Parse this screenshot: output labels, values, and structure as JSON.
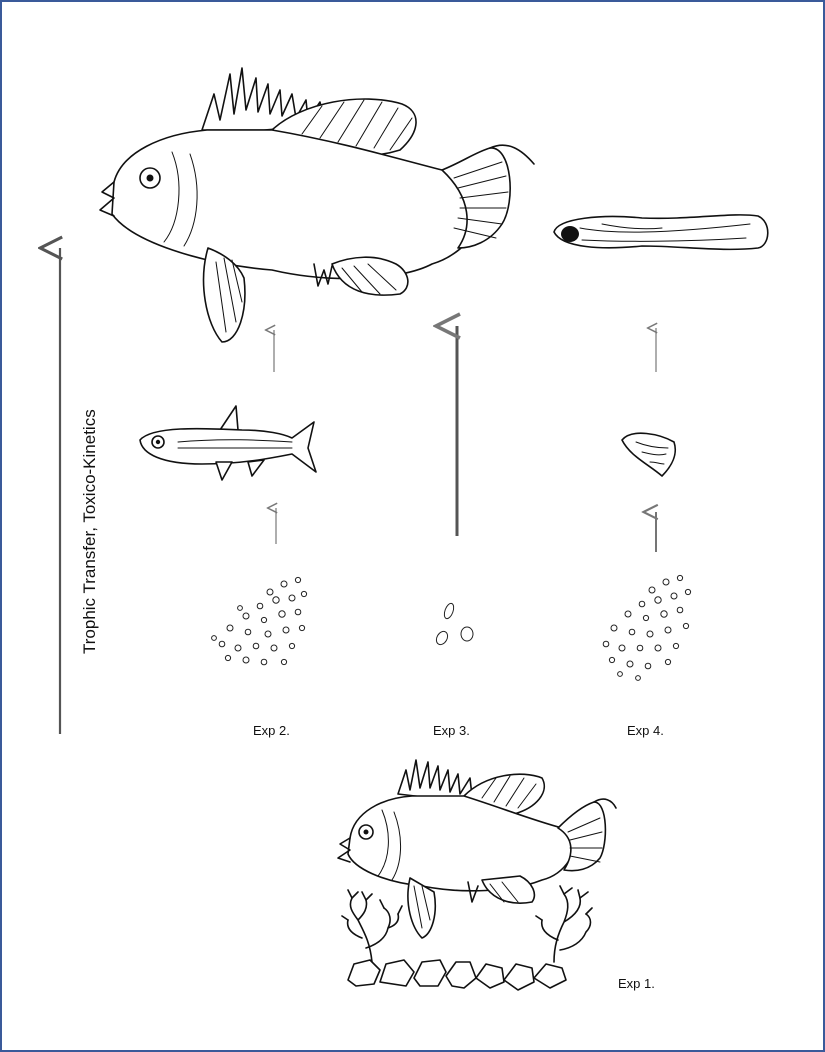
{
  "axis": {
    "title": "Trophic Transfer, Toxico-Kinetics"
  },
  "experiments": [
    {
      "id": "exp2",
      "label": "Exp 2."
    },
    {
      "id": "exp3",
      "label": "Exp 3."
    },
    {
      "id": "exp4",
      "label": "Exp 4."
    },
    {
      "id": "exp1",
      "label": "Exp 1."
    }
  ]
}
